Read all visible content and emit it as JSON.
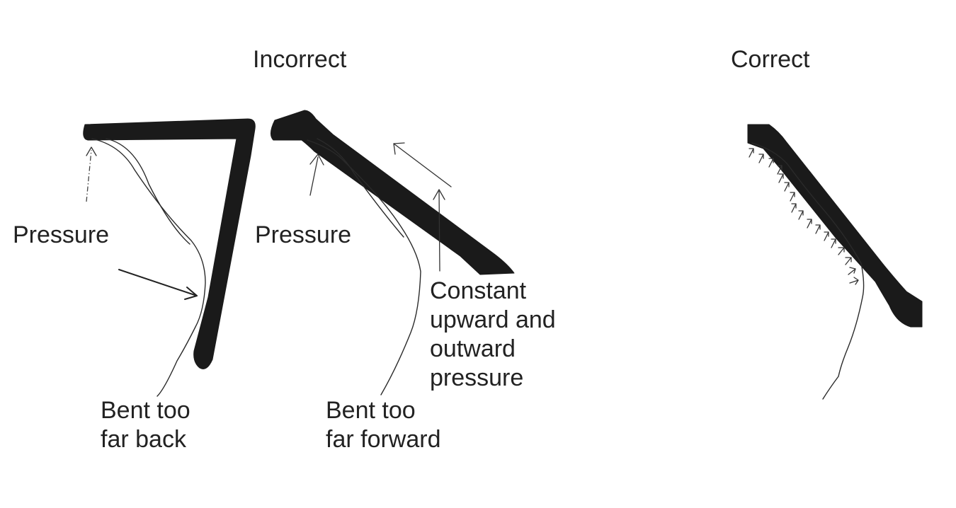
{
  "headings": {
    "incorrect": "Incorrect",
    "correct": "Correct"
  },
  "labels": {
    "pressure_left": "Pressure",
    "pressure_middle": "Pressure",
    "constant_pressure": "Constant\nupward  and\noutward\npressure",
    "bent_back": "Bent too\nfar back",
    "bent_forward": "Bent too\nfar forward"
  }
}
